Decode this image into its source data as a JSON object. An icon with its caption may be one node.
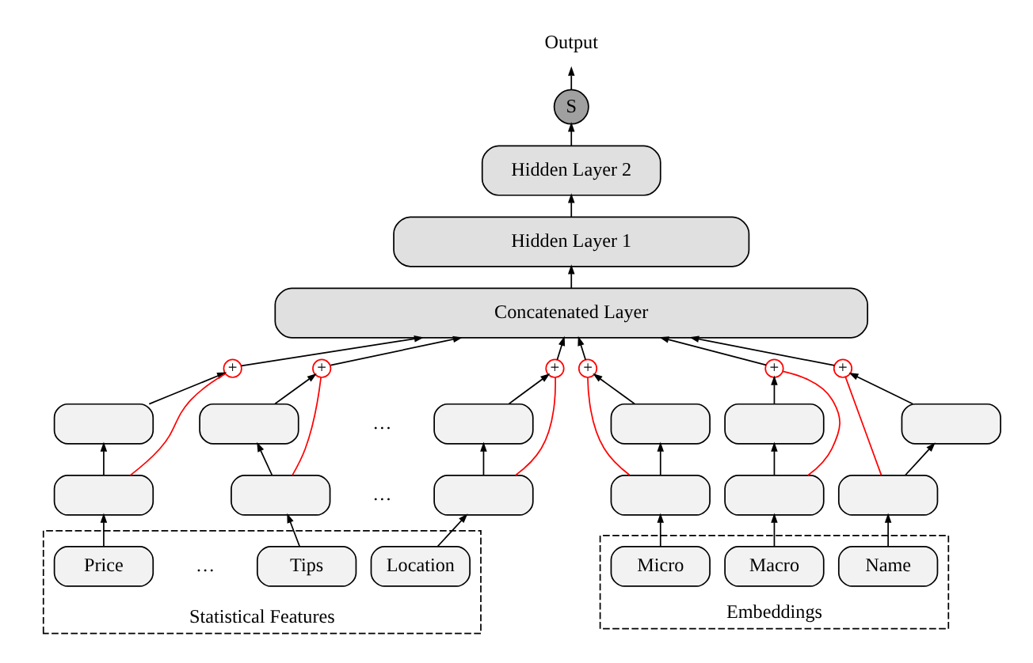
{
  "diagram": {
    "nodes": [
      {
        "text": [
          "Output"
        ]
      },
      {
        "text": [
          "S"
        ]
      },
      {
        "text": [
          "Hidden Layer 2"
        ]
      },
      {
        "text": [
          "Hidden Layer 1"
        ]
      },
      {
        "text": [
          "Concatenated Layer"
        ]
      },
      {
        "text": [
          "+"
        ]
      },
      {
        "text": [
          "+"
        ]
      },
      {
        "text": [
          "+"
        ]
      },
      {
        "text": [
          "+"
        ]
      },
      {
        "text": [
          "+"
        ]
      },
      {
        "text": [
          "+"
        ]
      },
      {
        "text": [],
        "shape": "box"
      },
      {
        "text": [],
        "shape": "box"
      },
      {
        "text": [],
        "shape": "box"
      },
      {
        "text": [],
        "shape": "box"
      },
      {
        "text": [],
        "shape": "box"
      },
      {
        "text": [],
        "shape": "box"
      },
      {
        "text": [],
        "shape": "box"
      },
      {
        "text": [],
        "shape": "box"
      },
      {
        "text": [],
        "shape": "box"
      },
      {
        "text": [],
        "shape": "box"
      },
      {
        "text": [],
        "shape": "box"
      },
      {
        "text": [],
        "shape": "box"
      },
      {
        "text": [
          "Statistical Features"
        ]
      },
      {
        "text": [
          "Embeddings"
        ]
      },
      {
        "text": [
          "Price"
        ],
        "in": 23
      },
      {
        "text": [
          "Tips"
        ],
        "in": 23
      },
      {
        "text": [
          "Location"
        ],
        "in": 23
      },
      {
        "text": [
          "Micro"
        ],
        "in": 24
      },
      {
        "text": [
          "Macro"
        ],
        "in": 24
      },
      {
        "text": [
          "Name"
        ],
        "in": 24
      }
    ],
    "edges": [
      {
        "from": 25,
        "to": 17,
        "arrow": "to"
      },
      {
        "from": 26,
        "to": 18,
        "arrow": "to"
      },
      {
        "from": 27,
        "to": 19,
        "arrow": "to"
      },
      {
        "from": 28,
        "to": 20,
        "arrow": "to"
      },
      {
        "from": 29,
        "to": 21,
        "arrow": "to"
      },
      {
        "from": 30,
        "to": 22,
        "arrow": "to"
      },
      {
        "from": 17,
        "to": 11,
        "arrow": "to"
      },
      {
        "from": 18,
        "to": 12,
        "arrow": "to"
      },
      {
        "from": 19,
        "to": 13,
        "arrow": "to"
      },
      {
        "from": 20,
        "to": 14,
        "arrow": "to"
      },
      {
        "from": 21,
        "to": 15,
        "arrow": "to"
      },
      {
        "from": 22,
        "to": 16,
        "arrow": "to"
      },
      {
        "from": 17,
        "to": 5,
        "arrow": "none",
        "color": "#ff0000"
      },
      {
        "from": 18,
        "to": 6,
        "arrow": "none",
        "color": "#ff0000"
      },
      {
        "from": 19,
        "to": 7,
        "arrow": "none",
        "color": "#ff0000"
      },
      {
        "from": 20,
        "to": 8,
        "arrow": "none",
        "color": "#ff0000"
      },
      {
        "from": 21,
        "to": 9,
        "arrow": "none",
        "color": "#ff0000"
      },
      {
        "from": 22,
        "to": 10,
        "arrow": "none",
        "color": "#ff0000"
      },
      {
        "from": 11,
        "to": 5,
        "arrow": "to"
      },
      {
        "from": 12,
        "to": 6,
        "arrow": "to"
      },
      {
        "from": 13,
        "to": 7,
        "arrow": "to"
      },
      {
        "from": 14,
        "to": 8,
        "arrow": "to"
      },
      {
        "from": 15,
        "to": 9,
        "arrow": "to"
      },
      {
        "from": 16,
        "to": 10,
        "arrow": "to"
      },
      {
        "from": 5,
        "to": 4,
        "arrow": "to"
      },
      {
        "from": 6,
        "to": 4,
        "arrow": "to"
      },
      {
        "from": 7,
        "to": 4,
        "arrow": "to"
      },
      {
        "from": 8,
        "to": 4,
        "arrow": "to"
      },
      {
        "from": 9,
        "to": 4,
        "arrow": "to"
      },
      {
        "from": 10,
        "to": 4,
        "arrow": "to"
      },
      {
        "from": 4,
        "to": 3,
        "arrow": "to"
      },
      {
        "from": 3,
        "to": 2,
        "arrow": "to"
      },
      {
        "from": 2,
        "to": 1,
        "arrow": "to"
      },
      {
        "from": 1,
        "to": 0,
        "arrow": "to"
      }
    ],
    "labels": [
      "…",
      "…",
      "…"
    ]
  }
}
